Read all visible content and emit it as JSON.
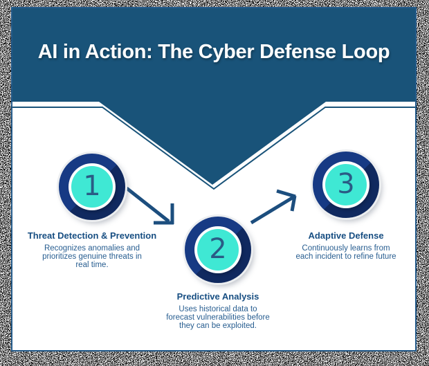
{
  "theme": {
    "header-blue": "#195379",
    "card-border": "#235a8a",
    "ring-navy": "#173a84",
    "ring-navy-shadow": "#10295f",
    "teal": "#3fe8d4",
    "number-blue": "#2a5b85",
    "heading-blue": "#174e82",
    "body-blue": "#275d90",
    "arrow-blue": "#1c4e7e",
    "title-white": "#ffffff"
  },
  "header": {
    "title": "AI in Action: The Cyber Defense Loop"
  },
  "steps": [
    {
      "number": "1",
      "title": "Threat Detection & Prevention",
      "lines": [
        "Recognizes anomalies and",
        "prioritizes genuine threats in",
        "real time."
      ]
    },
    {
      "number": "2",
      "title": "Predictive Analysis",
      "lines": [
        "Uses historical data to",
        "forecast vulnerabilities before",
        "they can be exploited."
      ]
    },
    {
      "number": "3",
      "title": "Adaptive Defense",
      "lines": [
        "Continuously learns from",
        "each incident to refine future"
      ]
    }
  ]
}
